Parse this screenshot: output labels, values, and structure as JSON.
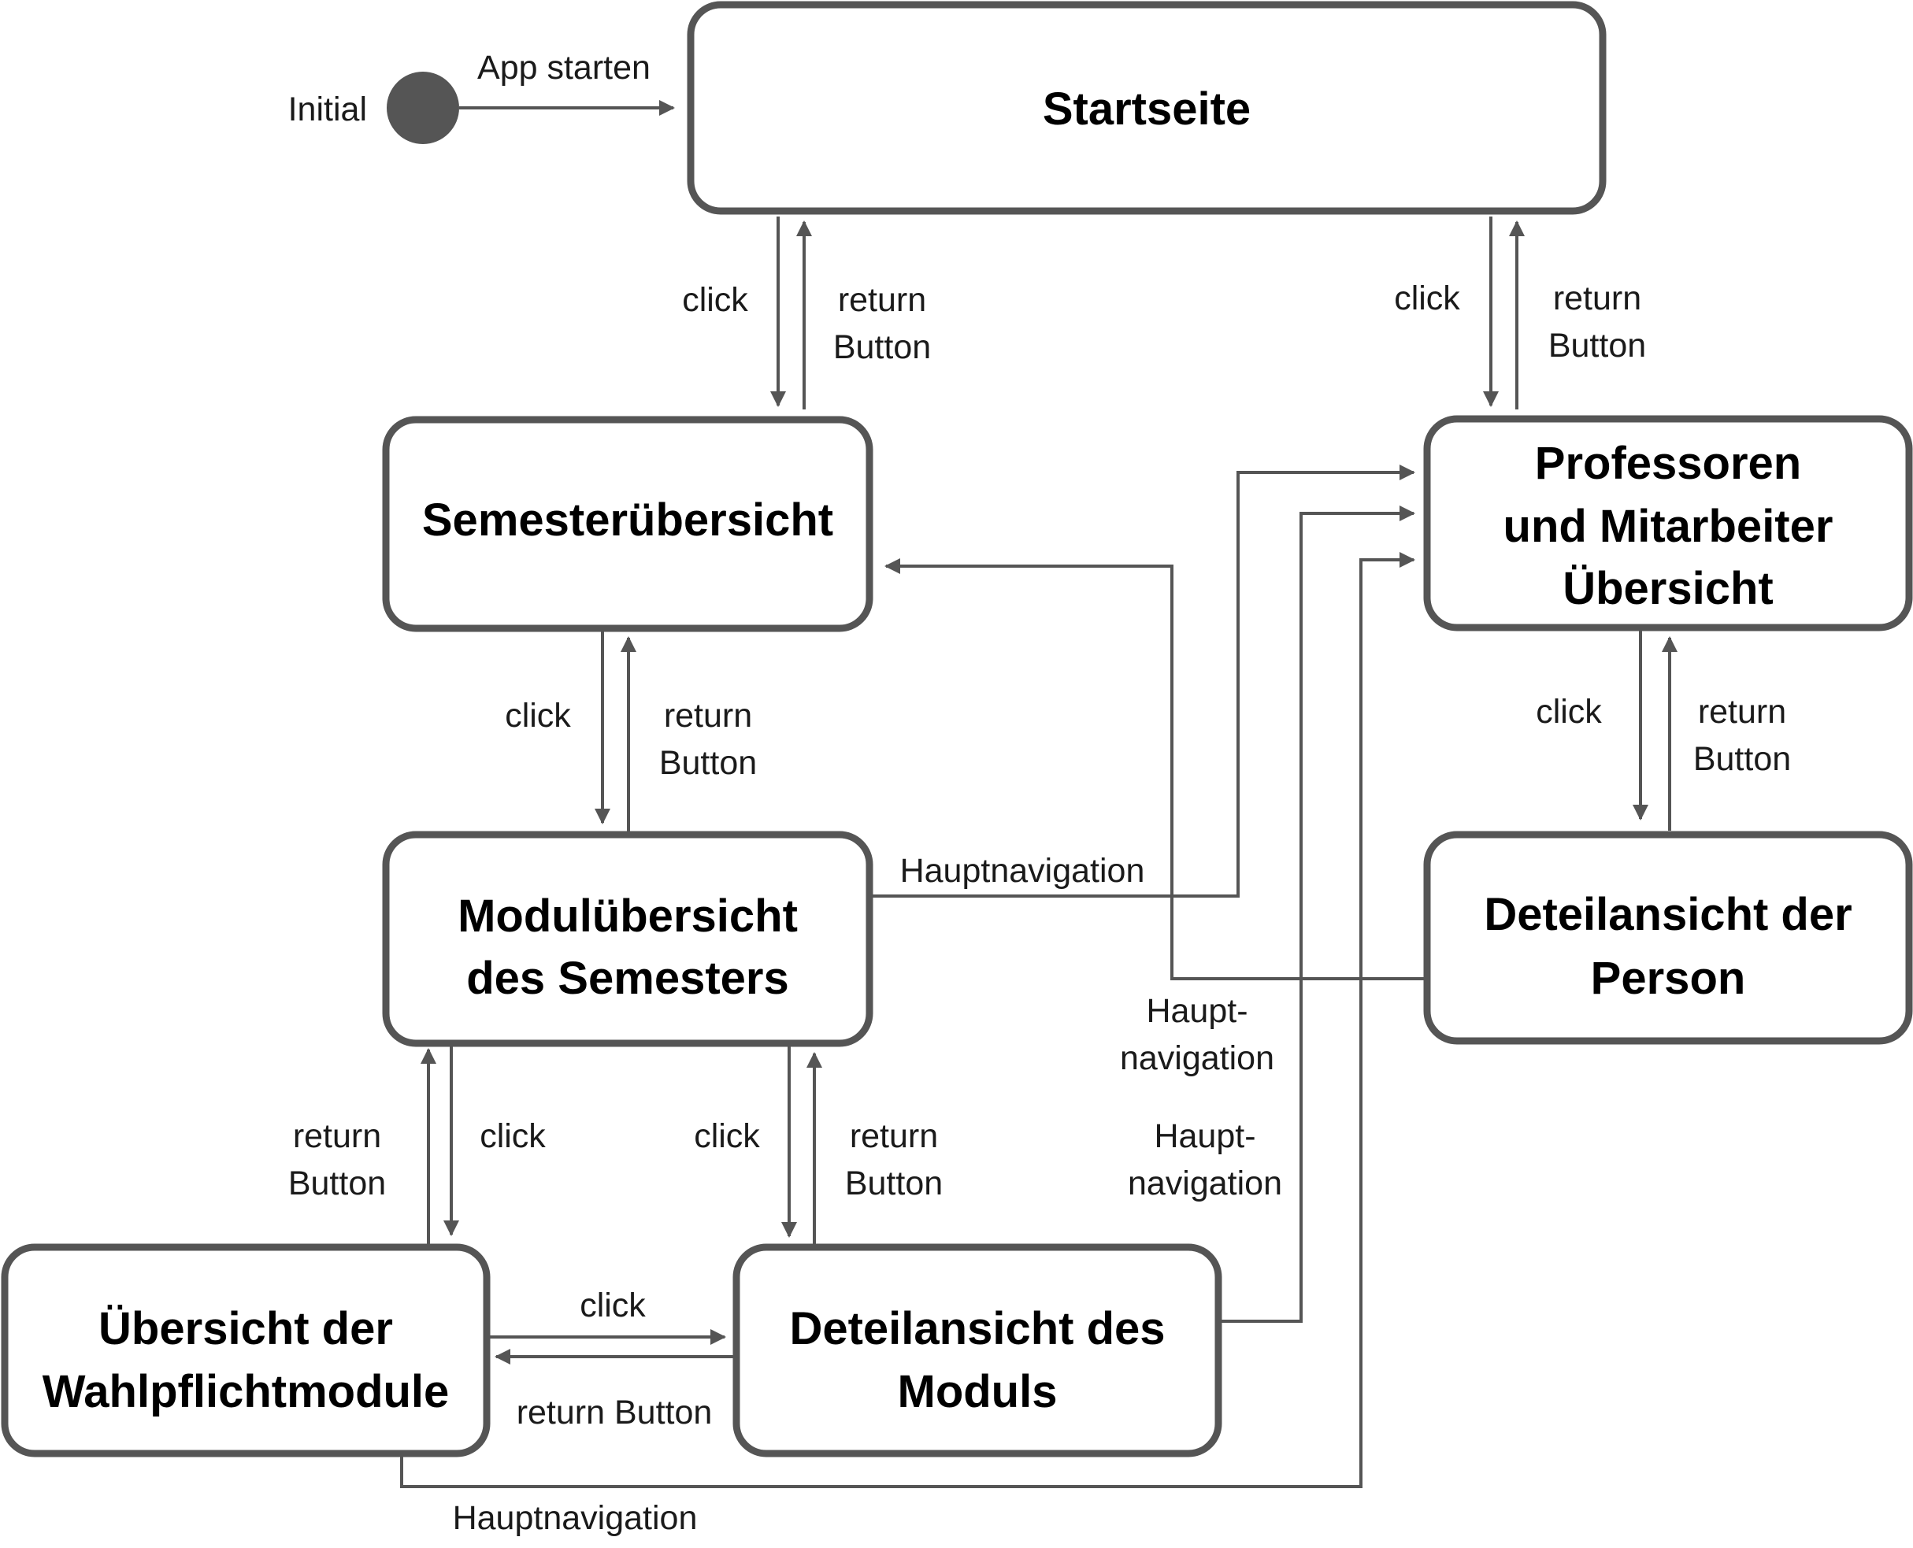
{
  "colors": {
    "stroke": "#555555",
    "text": "#000000",
    "background": "#ffffff"
  },
  "initial": {
    "label": "Initial"
  },
  "states": {
    "startseite": {
      "lines": [
        "Startseite"
      ]
    },
    "semester": {
      "lines": [
        "Semesterübersicht"
      ]
    },
    "professoren": {
      "lines": [
        "Professoren",
        "und Mitarbeiter",
        "Übersicht"
      ]
    },
    "modul": {
      "lines": [
        "Modulübersicht",
        "des Semesters"
      ]
    },
    "person": {
      "lines": [
        "Deteilansicht der",
        "Person"
      ]
    },
    "wahlpflicht": {
      "lines": [
        "Übersicht der",
        "Wahlpflichtmodule"
      ]
    },
    "moduldetail": {
      "lines": [
        "Deteilansicht des",
        "Moduls"
      ]
    }
  },
  "edge_labels": {
    "app_starten": "App starten",
    "click": "click",
    "return_l1": "return",
    "return_l2": "Button",
    "return_button": "return Button",
    "hauptnavigation": "Hauptnavigation",
    "haupt_l1": "Haupt-",
    "haupt_l2": "navigation"
  }
}
